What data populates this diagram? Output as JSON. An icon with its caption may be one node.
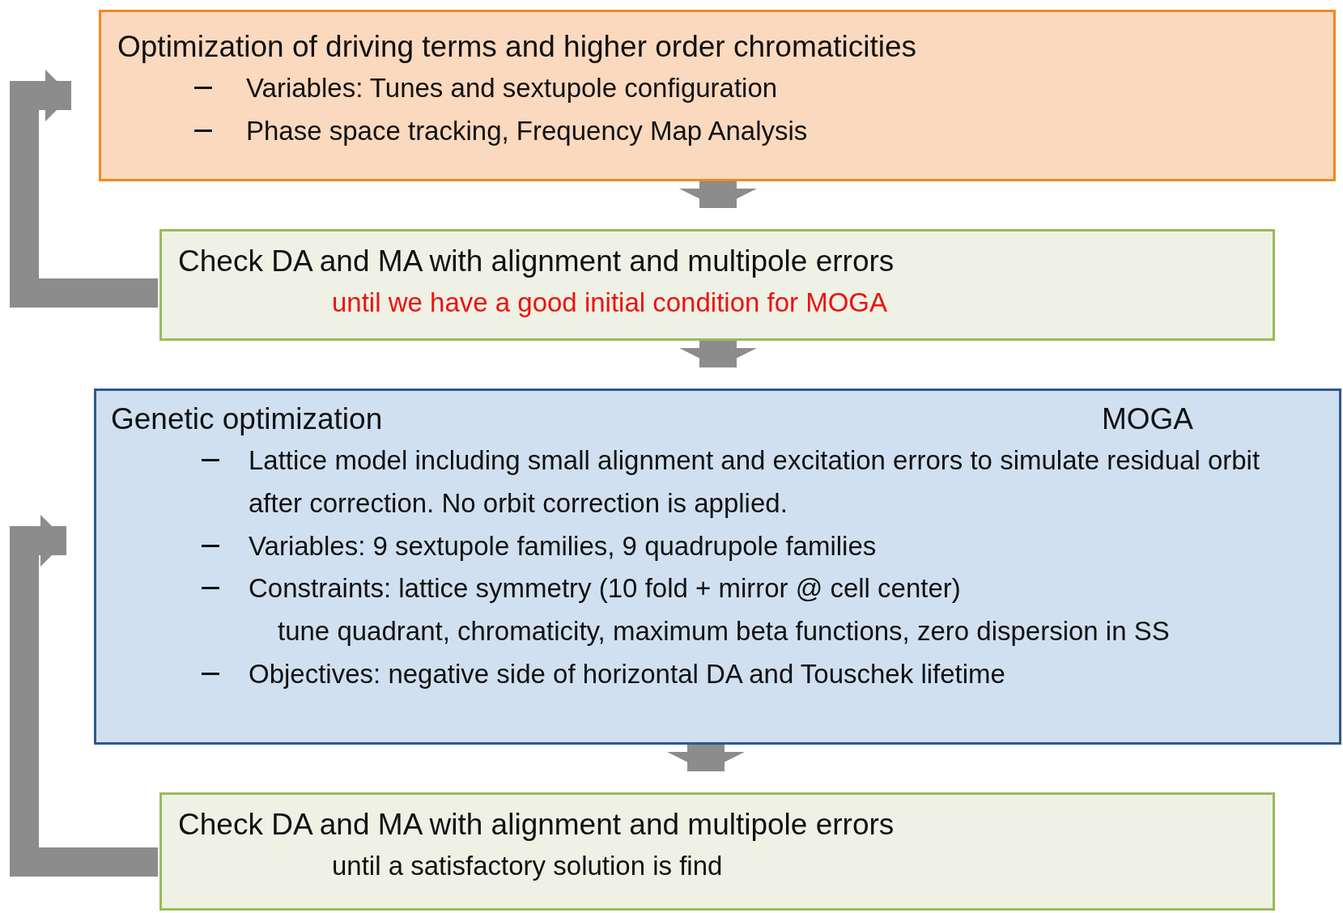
{
  "diagram": {
    "nodes": [
      {
        "text": [
          "Optimization of driving terms and higher order chromaticities",
          "Variables: Tunes and sextupole configuration",
          "Phase space tracking, Frequency Map Analysis"
        ]
      },
      {
        "text": [
          "Check DA and MA with alignment and multipole errors",
          "until we have a good initial condition for MOGA"
        ]
      },
      {
        "text": [
          "Genetic optimization",
          "MOGA",
          "Lattice model including small alignment and excitation errors to simulate residual orbit after correction. No orbit correction is applied.",
          "Variables: 9 sextupole families, 9 quadrupole families",
          "Constraints: lattice symmetry (10 fold + mirror @ cell center)",
          "tune quadrant, chromaticity, maximum beta functions, zero dispersion in SS",
          "Objectives: negative side of horizontal DA and Touschek lifetime"
        ]
      },
      {
        "text": [
          "Check DA and MA with alignment and multipole errors",
          "until a satisfactory solution is find"
        ]
      }
    ],
    "edges": [
      {
        "from": 0,
        "to": 1,
        "arrow": "to"
      },
      {
        "from": 1,
        "to": 0,
        "arrow": "to"
      },
      {
        "from": 1,
        "to": 2,
        "arrow": "to"
      },
      {
        "from": 2,
        "to": 3,
        "arrow": "to"
      },
      {
        "from": 3,
        "to": 2,
        "arrow": "to"
      }
    ]
  }
}
